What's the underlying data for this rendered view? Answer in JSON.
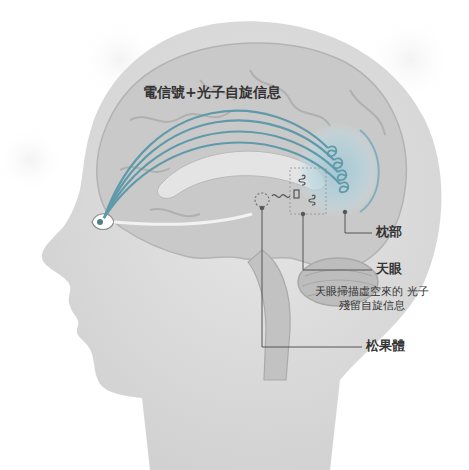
{
  "diagram": {
    "labels": [
      "電信號+光子自旋信息",
      "枕部",
      "天眼",
      "天眼掃描虛空來的 光子殘留自旋信息",
      "松果體"
    ]
  }
}
